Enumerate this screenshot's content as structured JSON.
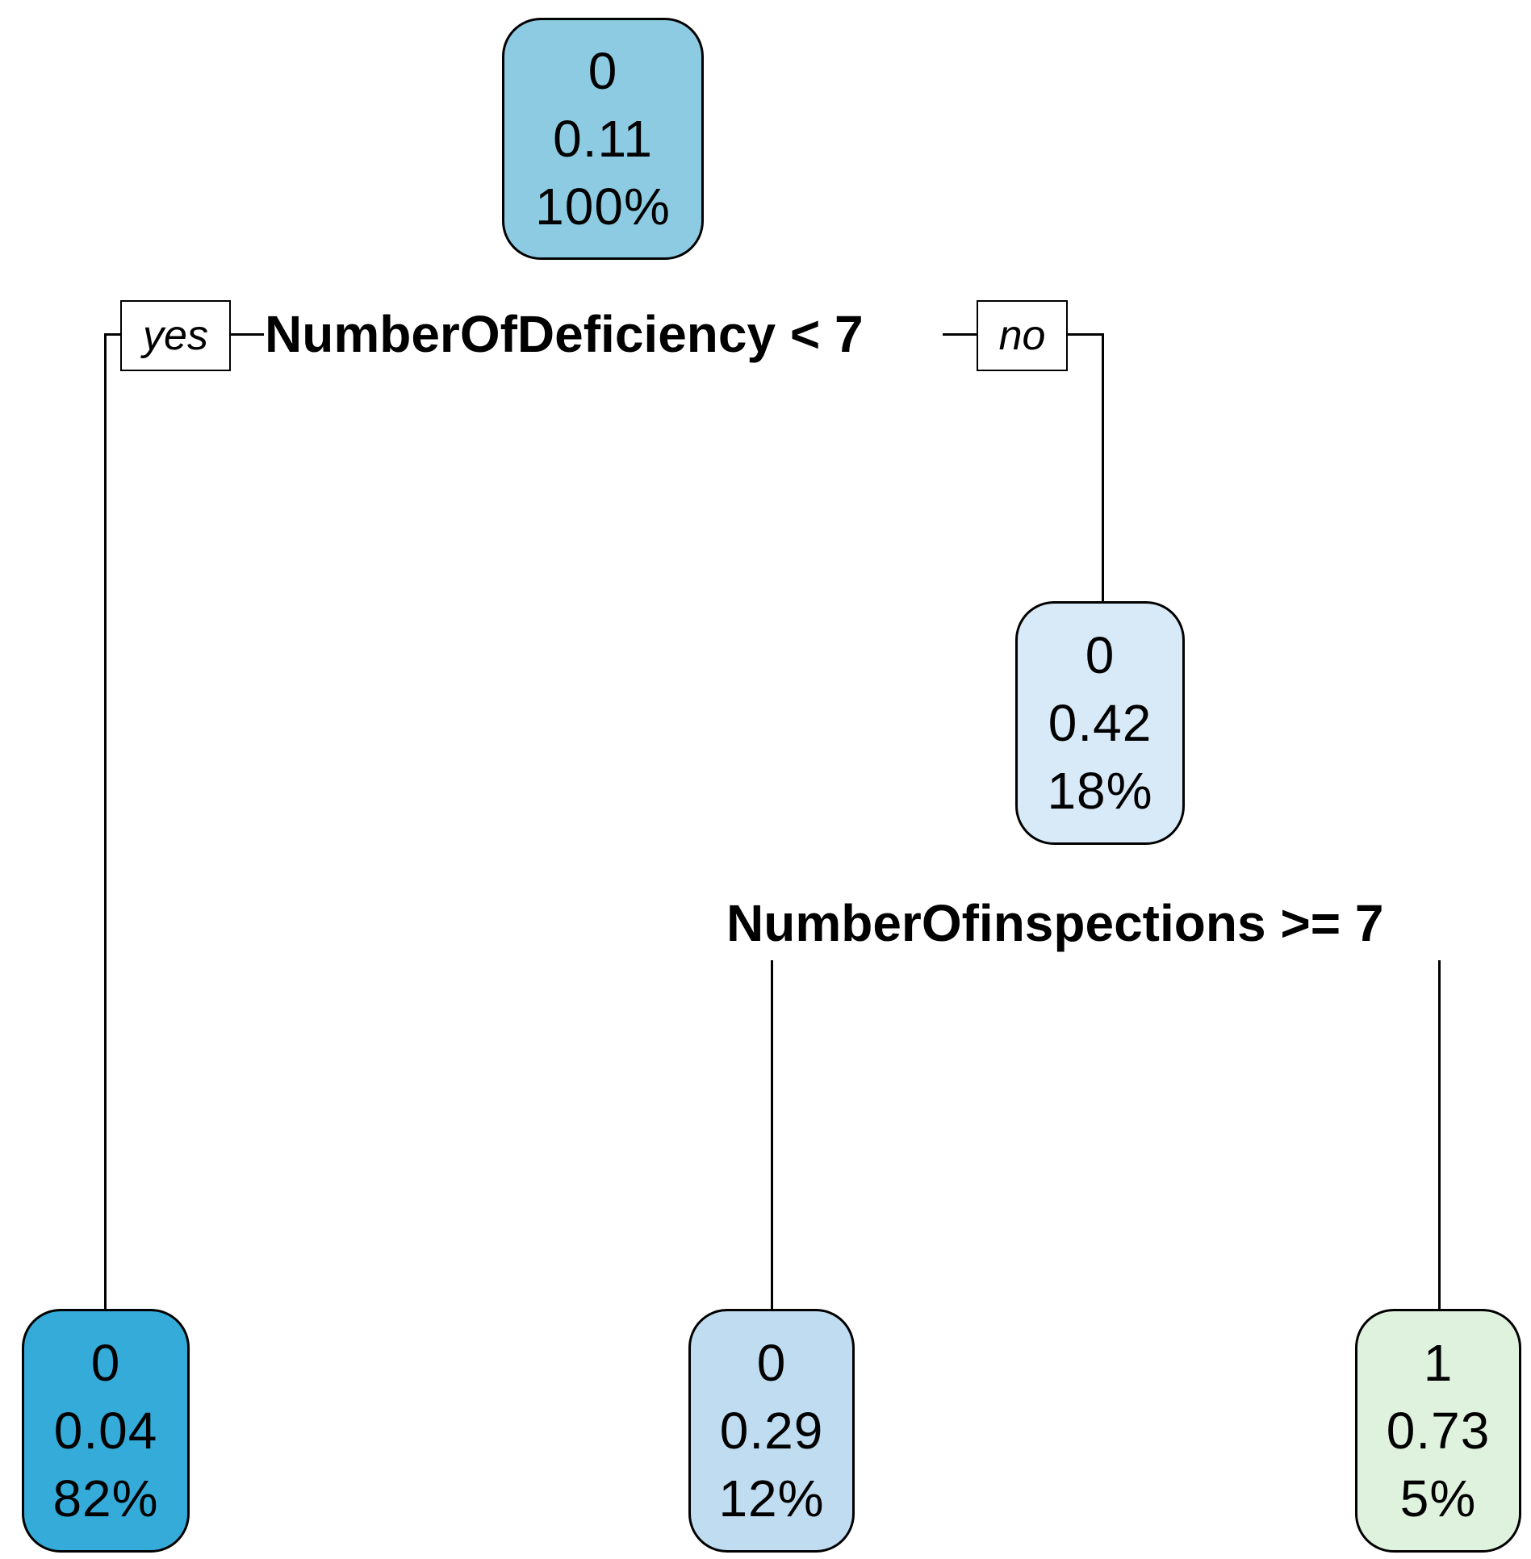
{
  "chart_data": {
    "type": "decision-tree",
    "title": "",
    "nodes": [
      {
        "id": "root",
        "class": "0",
        "prob": "0.11",
        "pct": "100%",
        "color": "#8CCBE2"
      },
      {
        "id": "n_no",
        "class": "0",
        "prob": "0.42",
        "pct": "18%",
        "color": "#D8EAF7"
      },
      {
        "id": "leaf1",
        "class": "0",
        "prob": "0.04",
        "pct": "82%",
        "color": "#34ABD8"
      },
      {
        "id": "leaf2",
        "class": "0",
        "prob": "0.29",
        "pct": "12%",
        "color": "#BFDCF0"
      },
      {
        "id": "leaf3",
        "class": "1",
        "prob": "0.73",
        "pct": "5%",
        "color": "#DFF2DE"
      }
    ],
    "splits": [
      {
        "node": "root",
        "label": "NumberOfDeficiency < 7",
        "yes": "leaf1",
        "no": "n_no"
      },
      {
        "node": "n_no",
        "label": "NumberOfinspections >= 7",
        "yes": "leaf2",
        "no": "leaf3"
      }
    ],
    "branch_labels": {
      "yes": "yes",
      "no": "no"
    }
  },
  "tree": {
    "root": {
      "class": "0",
      "prob": "0.11",
      "pct": "100%"
    },
    "split1": {
      "label": "NumberOfDeficiency < 7",
      "yes": "yes",
      "no": "no"
    },
    "node2": {
      "class": "0",
      "prob": "0.42",
      "pct": "18%"
    },
    "split2": {
      "label": "NumberOfinspections >= 7"
    },
    "leaf1": {
      "class": "0",
      "prob": "0.04",
      "pct": "82%"
    },
    "leaf2": {
      "class": "0",
      "prob": "0.29",
      "pct": "12%"
    },
    "leaf3": {
      "class": "1",
      "prob": "0.73",
      "pct": "5%"
    }
  }
}
